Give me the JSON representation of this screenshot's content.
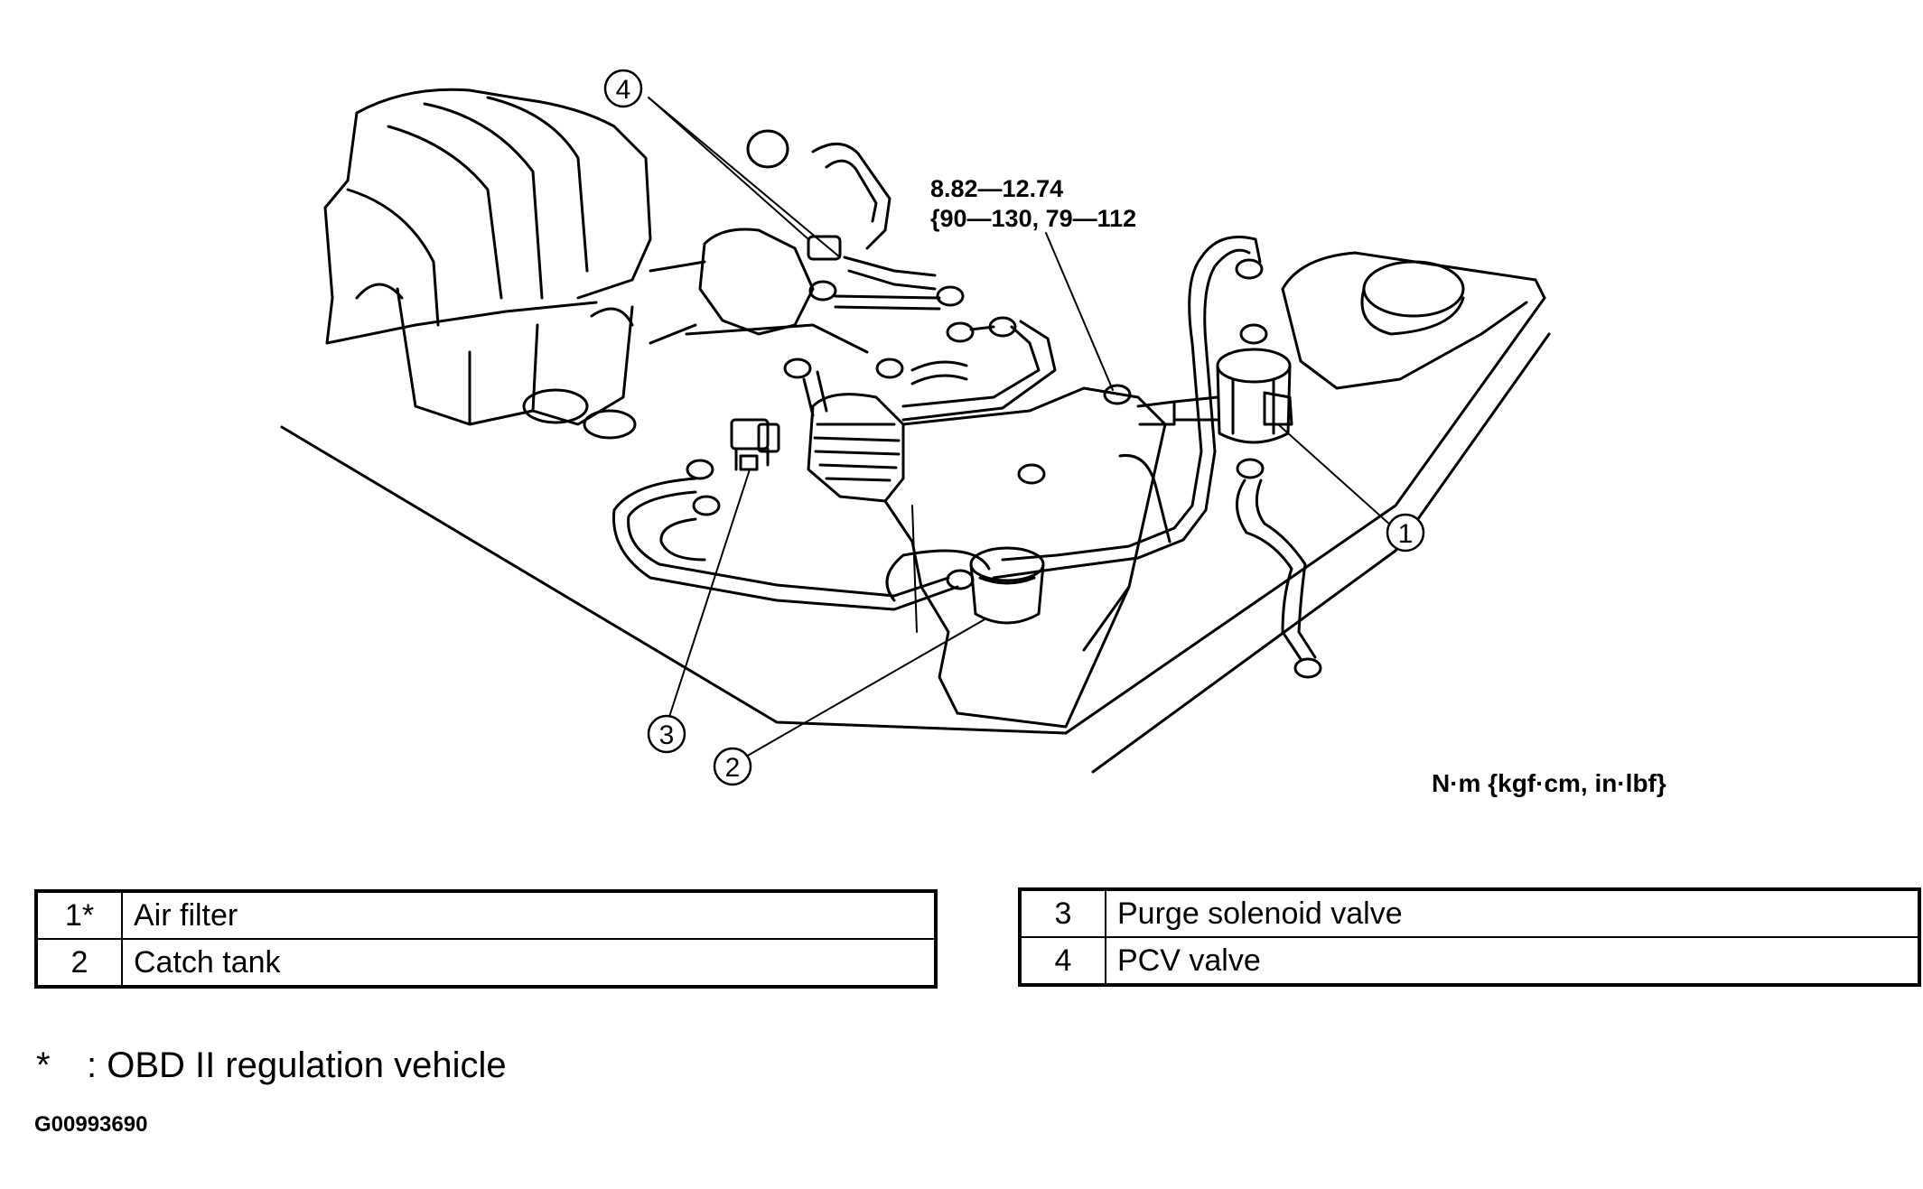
{
  "diagram": {
    "torque_line1": "8.82—12.74",
    "torque_line2": "{90—130, 79—112",
    "units": "N·m {kgf·cm, in·lbf}",
    "callouts": [
      {
        "num": "1",
        "part": "air-filter"
      },
      {
        "num": "2",
        "part": "catch-tank"
      },
      {
        "num": "3",
        "part": "purge-solenoid-valve"
      },
      {
        "num": "4",
        "part": "pcv-valve"
      }
    ]
  },
  "legend_left": {
    "rows": [
      {
        "num": "1*",
        "label": "Air filter"
      },
      {
        "num": "2",
        "label": "Catch tank"
      }
    ]
  },
  "legend_right": {
    "rows": [
      {
        "num": "3",
        "label": "Purge solenoid valve"
      },
      {
        "num": "4",
        "label": "PCV valve"
      }
    ]
  },
  "footnote": {
    "symbol": "*",
    "text": ": OBD II regulation vehicle"
  },
  "figure_id": "G00993690"
}
